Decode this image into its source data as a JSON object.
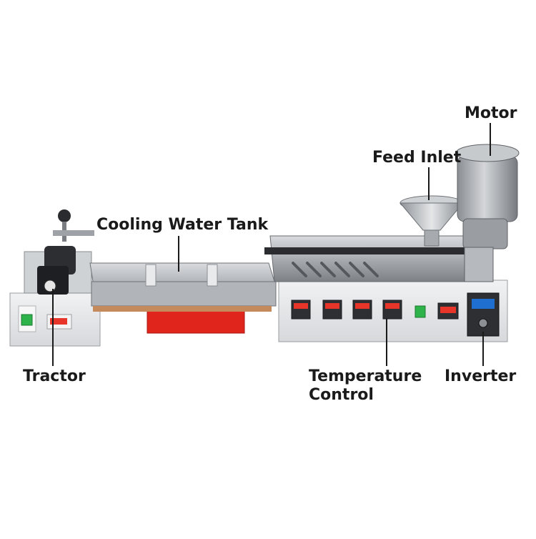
{
  "labels": {
    "motor": "Motor",
    "feed_inlet": "Feed Inlet",
    "cooling_water_tank": "Cooling Water Tank",
    "tractor": "Tractor",
    "temperature_control_line1": "Temperature",
    "temperature_control_line2": "Control",
    "inverter": "Inverter"
  },
  "colors": {
    "label_text": "#1a1a1a",
    "leader_line": "#1a1a1a",
    "machine_body": "#e9eaec",
    "steel": "#b9bcc0",
    "dark_steel": "#55585c",
    "red_reservoir": "#e0251c",
    "green_switch": "#2db34a",
    "display_red": "#e8352a",
    "display_blue": "#1f6fd1"
  },
  "icons": {
    "motor": "electric-motor-icon",
    "hopper": "funnel-hopper-icon",
    "controller": "temperature-controller-icon"
  }
}
